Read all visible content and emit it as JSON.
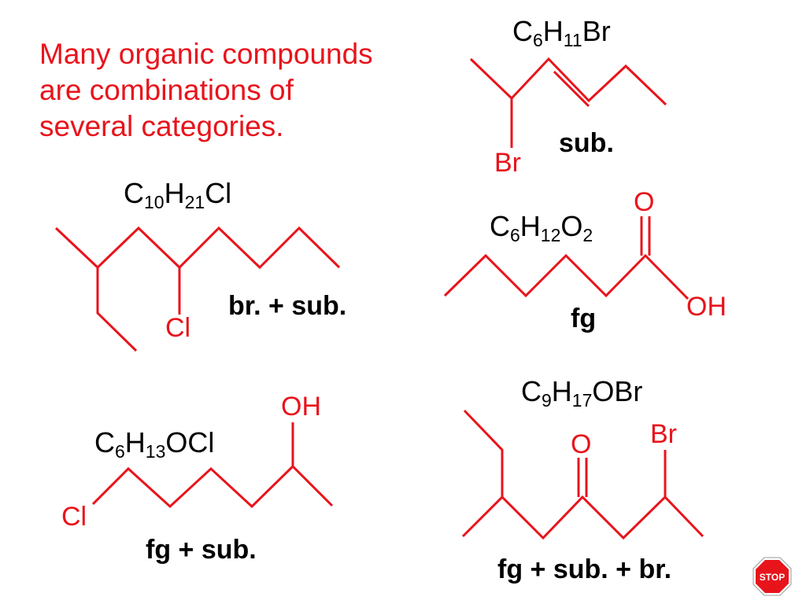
{
  "intro": {
    "line1": "Many organic compounds",
    "line2": "are combinations of",
    "line3": "several categories."
  },
  "molecules": {
    "m1": {
      "c": "C",
      "c_sub": "6",
      "h": "H",
      "h_sub": "11",
      "rest": "Br",
      "atoms": [
        "Br"
      ],
      "category": "sub."
    },
    "m2": {
      "c": "C",
      "c_sub": "10",
      "h": "H",
      "h_sub": "21",
      "rest": "Cl",
      "atoms": [
        "Cl"
      ],
      "category": "br. + sub."
    },
    "m3": {
      "c": "C",
      "c_sub": "6",
      "h": "H",
      "h_sub": "12",
      "o": "O",
      "o_sub": "2",
      "atoms": [
        "O",
        "OH"
      ],
      "category": "fg"
    },
    "m4": {
      "c": "C",
      "c_sub": "9",
      "h": "H",
      "h_sub": "17",
      "rest": "OBr",
      "atoms": [
        "O",
        "Br"
      ],
      "category": "fg + sub. + br."
    },
    "m5": {
      "c": "C",
      "c_sub": "6",
      "h": "H",
      "h_sub": "13",
      "rest": "OCl",
      "atoms": [
        "OH",
        "Cl"
      ],
      "category": "fg + sub."
    }
  },
  "stop_sign": {
    "label": "STOP",
    "color": "#e8141c"
  },
  "colors": {
    "structure": "#e8141c",
    "text": "#000000"
  }
}
